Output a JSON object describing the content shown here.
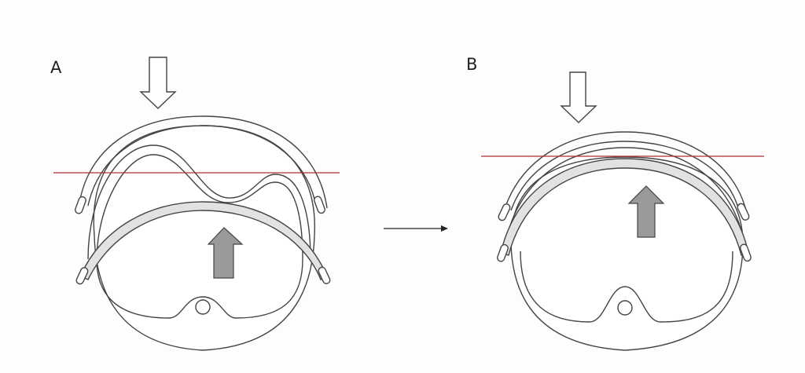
{
  "panels": [
    {
      "label": "A",
      "state": "before"
    },
    {
      "label": "B",
      "state": "after"
    }
  ],
  "colors": {
    "reference_line": "#b03030",
    "bar_fill": "#e2e2e2",
    "push_arrow_fill": "#9a9a9a",
    "outline": "#444444"
  }
}
